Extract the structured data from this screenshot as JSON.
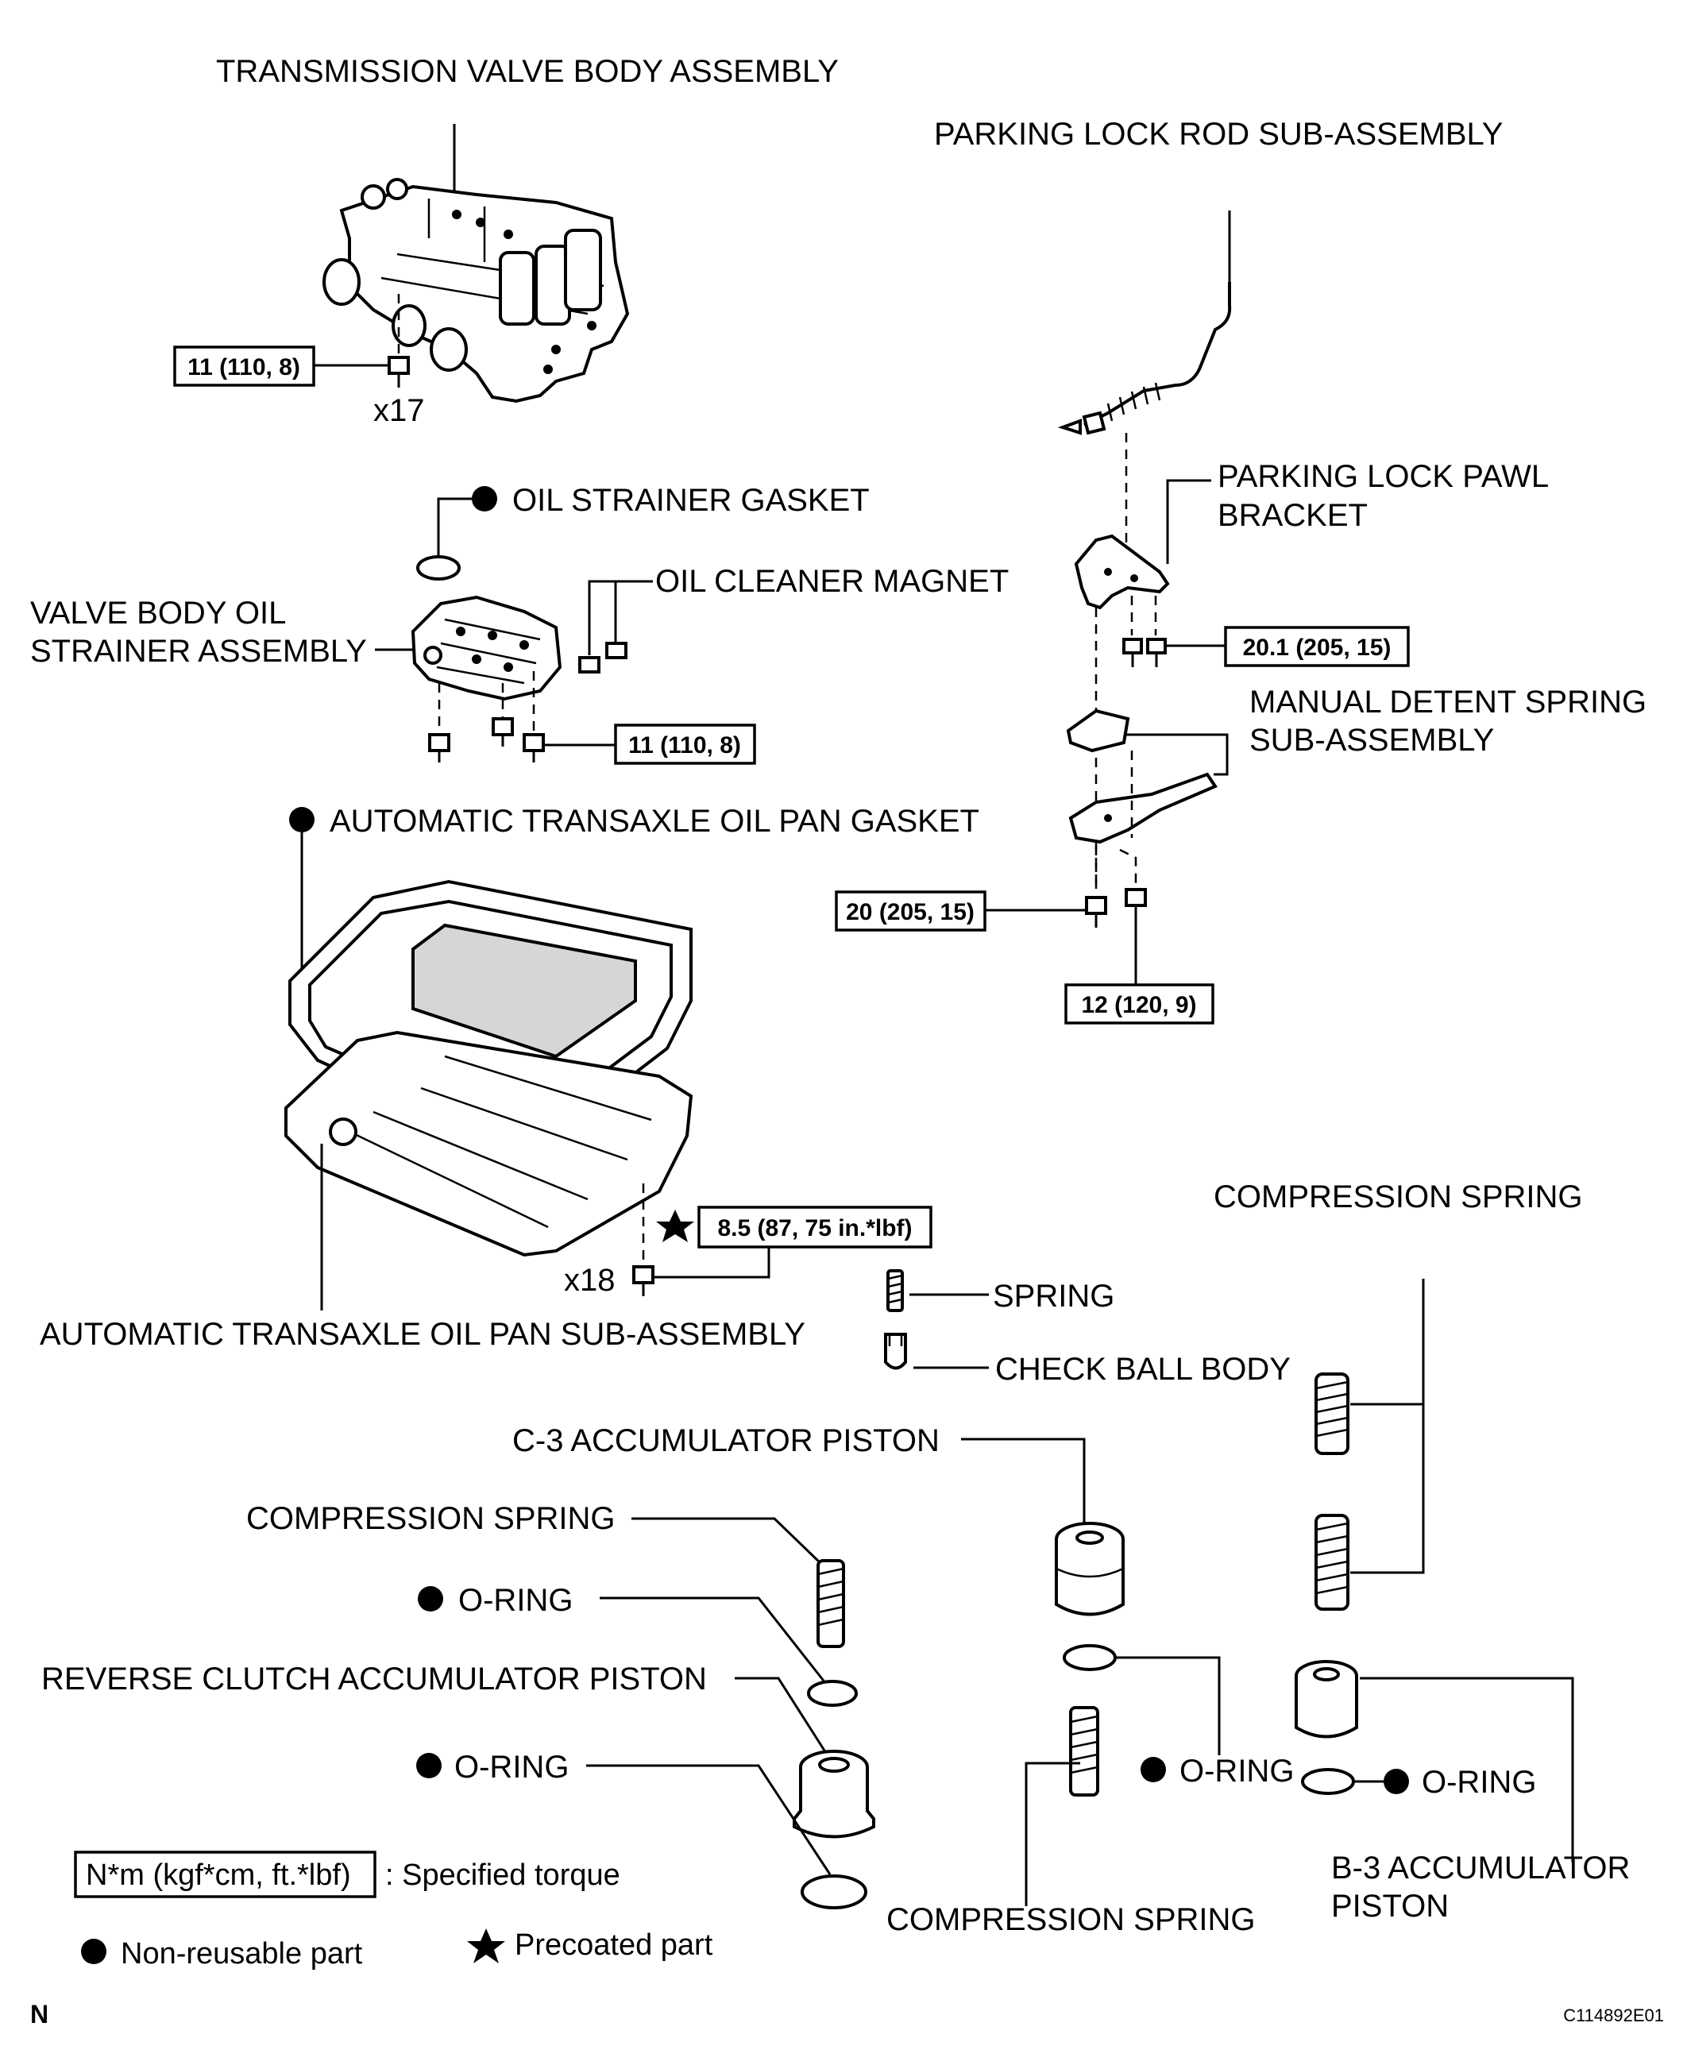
{
  "labels": {
    "valve_body": "TRANSMISSION VALVE BODY ASSEMBLY",
    "parking_rod": "PARKING LOCK ROD SUB-ASSEMBLY",
    "oil_strainer_gasket": "OIL STRAINER GASKET",
    "oil_cleaner_magnet": "OIL CLEANER MAGNET",
    "strainer_line1": "VALVE BODY OIL",
    "strainer_line2": "STRAINER ASSEMBLY",
    "pawl_bracket_line1": "PARKING LOCK PAWL",
    "pawl_bracket_line2": "BRACKET",
    "detent_line1": "MANUAL DETENT SPRING",
    "detent_line2": "SUB-ASSEMBLY",
    "pan_gasket": "AUTOMATIC TRANSAXLE OIL PAN GASKET",
    "pan": "AUTOMATIC TRANSAXLE OIL PAN SUB-ASSEMBLY",
    "compression_spring_right": "COMPRESSION SPRING",
    "spring": "SPRING",
    "check_ball_body": "CHECK BALL BODY",
    "c3_piston": "C-3 ACCUMULATOR PISTON",
    "compression_spring_left": "COMPRESSION SPRING",
    "o_ring_1": "O-RING",
    "reverse_piston": "REVERSE CLUTCH ACCUMULATOR PISTON",
    "o_ring_2": "O-RING",
    "o_ring_3": "O-RING",
    "o_ring_4": "O-RING",
    "b3_line1": "B-3 ACCUMULATOR",
    "b3_line2": "PISTON",
    "compression_spring_bottom": "COMPRESSION SPRING"
  },
  "quantities": {
    "valve_body_bolts": "x17",
    "pan_bolts": "x18"
  },
  "torques": {
    "valve_body": "11 (110, 8)",
    "strainer": "11 (110, 8)",
    "pawl_bracket": "20.1 (205, 15)",
    "detent_a": "20 (205, 15)",
    "detent_b": "12 (120, 9)",
    "pan": "8.5 (87, 75 in.*lbf)"
  },
  "legend": {
    "torque_unit": "N*m (kgf*cm, ft.*lbf)",
    "torque_desc": ": Specified torque",
    "non_reusable": "Non-reusable part",
    "precoated": "Precoated part"
  },
  "footer": {
    "orientation": "N",
    "code": "C114892E01"
  }
}
